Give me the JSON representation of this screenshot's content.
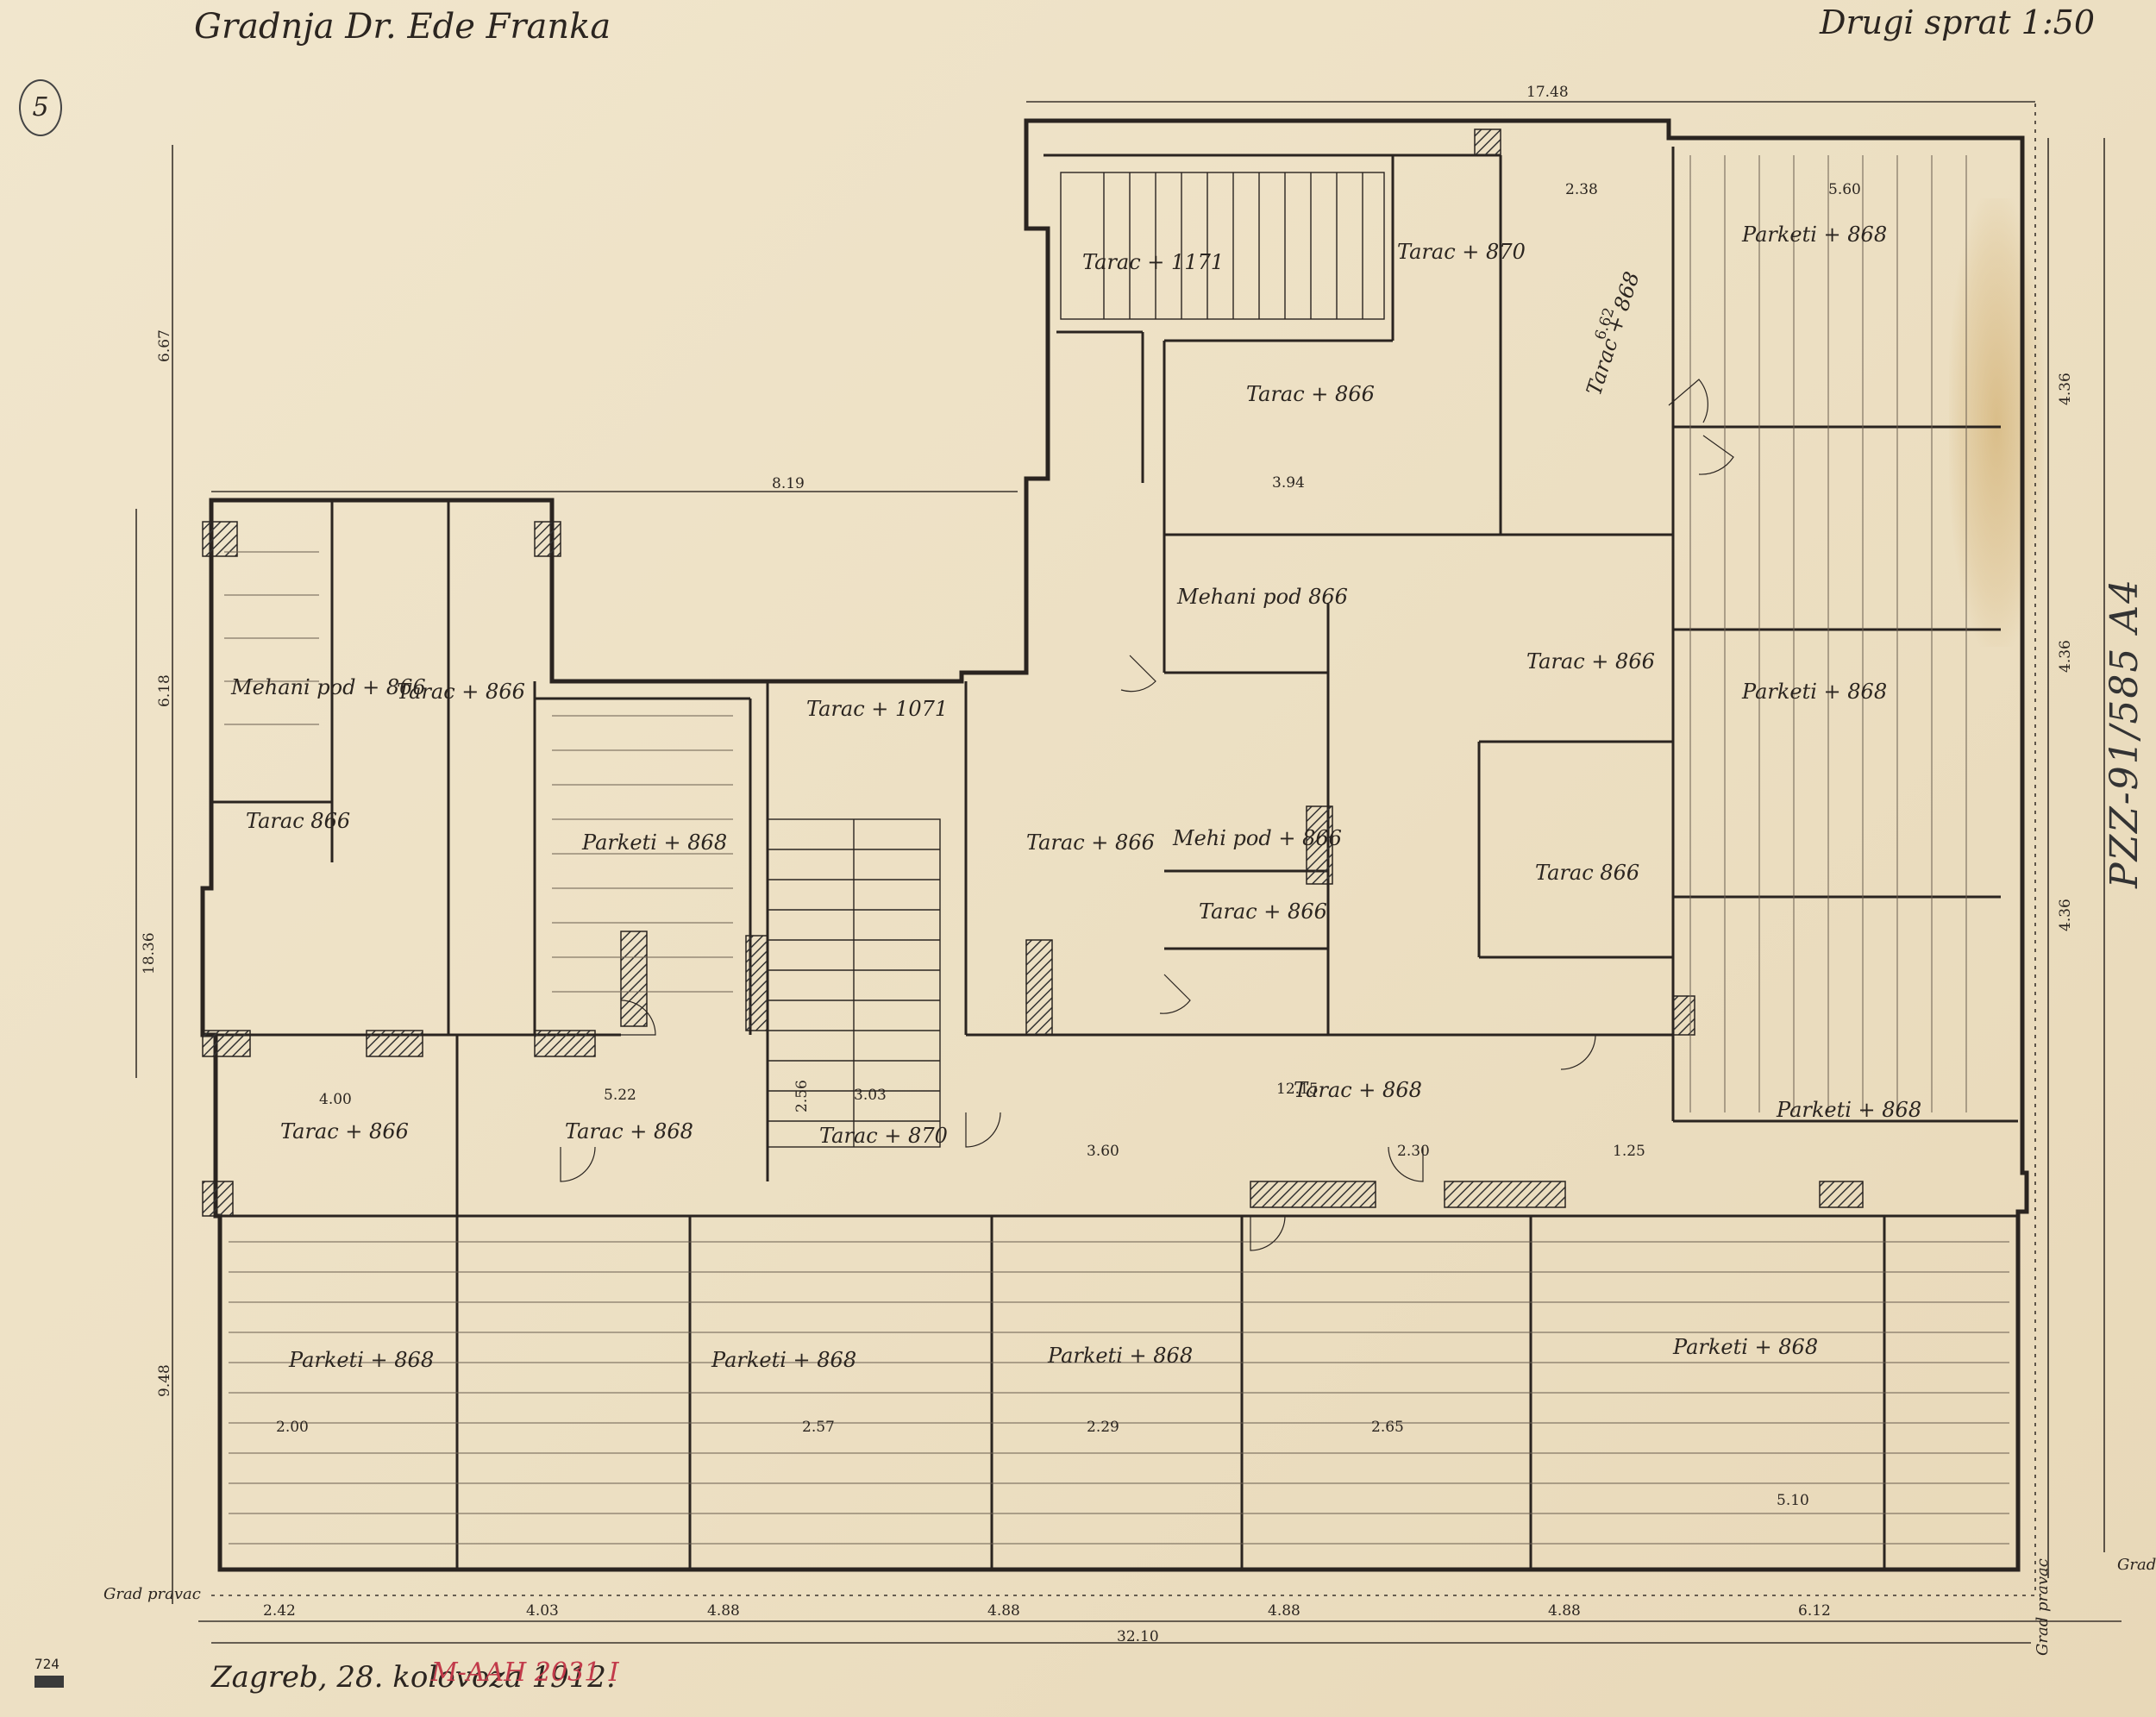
{
  "title": "Gradnja Dr. Ede Franka",
  "floor_scale": "Drugi sprat 1:50",
  "sheet_number": "5",
  "date_signature": "Zagreb, 28. kolovoza 1912.",
  "red_annotation": "M-AAH 2031 I",
  "catalog_number": "PZZ-91/585 A4",
  "archive_stamp": "724",
  "street_line_left": "Grad pravac",
  "street_line_right": "Grad",
  "street_line_vertical": "Grad pravac",
  "rooms": {
    "top_left_mehani": "Mehani pod + 866",
    "top_left_tarac": "Tarac + 866",
    "small_tarac_left": "Tarac 866",
    "parketi_left": "Parketi + 868",
    "stair_tarac": "Tarac + 1071",
    "tarac_center": "Tarac + 866",
    "mehani_center": "Mehani pod 866",
    "mehi_pod": "Mehi pod + 866",
    "tarac_small_center": "Tarac + 866",
    "tarac_stairhall_top": "Tarac + 1171",
    "tarac_870_top": "Tarac + 870",
    "tarac_866_upper": "Tarac + 866",
    "tarac_868_vert": "Tarac + 868",
    "tarac_866_right": "Tarac + 866",
    "tarac_866_right_small": "Tarac 866",
    "parketi_right_1": "Parketi + 868",
    "parketi_right_2": "Parketi + 868",
    "parketi_right_3": "Parketi + 868",
    "tarac_bottom_left": "Tarac + 866",
    "tarac_868_a": "Tarac + 868",
    "tarac_870_stair": "Tarac + 870",
    "tarac_868_main": "Tarac + 868",
    "parketi_b1": "Parketi + 868",
    "parketi_b2": "Parketi + 868",
    "parketi_b3": "Parketi + 868",
    "parketi_b4": "Parketi + 868"
  },
  "dimensions": {
    "top_total": "17.48",
    "bottom_total": "32.10",
    "mid_span": "8.19",
    "left_height": "18.36",
    "left_upper": "6.67",
    "left_mid": "6.18",
    "left_lower": "9.48",
    "right_a": "4.36",
    "right_b": "4.36",
    "right_c": "4.36",
    "bottom_1": "2.42",
    "bottom_2": "4.03",
    "bottom_3": "4.88",
    "bottom_4": "4.88",
    "bottom_5": "4.88",
    "bottom_6": "4.88",
    "bottom_7": "6.12",
    "span_1215": "12.15",
    "span_360": "3.60",
    "span_230": "2.30",
    "span_125": "1.25",
    "span_400": "4.00",
    "span_522": "5.22",
    "span_303": "3.03",
    "span_256": "2.56",
    "span_394": "3.94",
    "span_238": "2.38",
    "span_560": "5.60",
    "span_662": "6.62",
    "span_510": "5.10",
    "span_229": "2.29",
    "span_265": "2.65",
    "span_200": "2.00",
    "span_257": "2.57"
  }
}
